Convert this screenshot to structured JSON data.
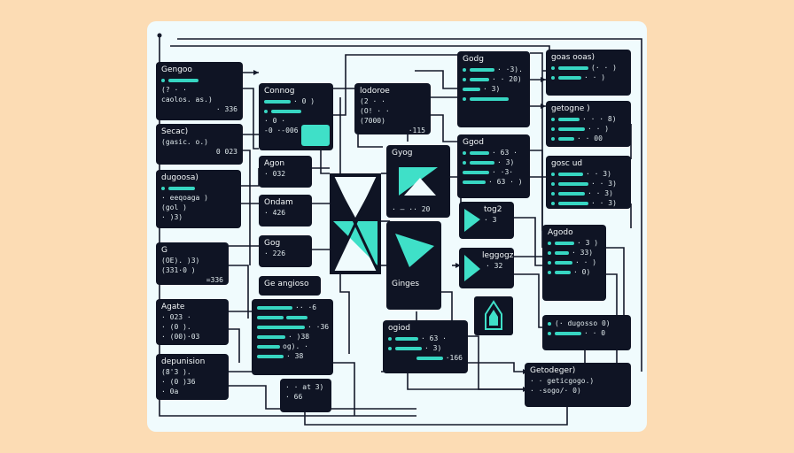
{
  "nodes": {
    "n1": {
      "title": "Gengoo",
      "lines": [
        "(? · ·",
        "caolos. as.)",
        "· 336"
      ]
    },
    "n2": {
      "title": "Secac)",
      "lines": [
        "(gasic. o.)",
        "0 023"
      ]
    },
    "n3": {
      "title": "dugoosa)",
      "lines": [
        "· eeqoaga )",
        "(gol )",
        "· )3)"
      ]
    },
    "n4": {
      "title": "G",
      "lines": [
        "(OE). )3)",
        "(331·0 )",
        "=336"
      ]
    },
    "n5": {
      "title": "Agate",
      "lines": [
        "· 023 ·",
        "· (0 ).",
        "· (00)·03"
      ]
    },
    "n6": {
      "title": "depunision",
      "lines": [
        "(8'3 ).",
        "· (0 )36",
        "· 0a"
      ]
    },
    "n7": {
      "title": "Connog",
      "lines": [
        "· 0 )",
        "· 0 ·",
        "-0 ·-006"
      ]
    },
    "n8": {
      "title": "Agon",
      "lines": [
        "· 032"
      ]
    },
    "n9": {
      "title": "Ondam",
      "lines": [
        "· 426"
      ]
    },
    "n10": {
      "title": "Gog",
      "lines": [
        "· 226"
      ]
    },
    "n11": {
      "title": "Ge angioso",
      "lines": []
    },
    "n12": {
      "lines": [
        "·· ·6",
        "· ·36",
        "· )38",
        "og). ·",
        "· 38"
      ]
    },
    "n13": {
      "title": "",
      "lines": [
        "· · at 3)",
        "· 66"
      ]
    },
    "n14": {
      "title": "lodoroe",
      "lines": [
        "(2 · ·",
        "(O! · ·",
        "(7000)",
        "·115"
      ]
    },
    "n15": {
      "title": "Gyog",
      "lines": [
        "· — ·· 20"
      ]
    },
    "n16": {
      "title": "Ginges",
      "lines": []
    },
    "n17": {
      "title": "ogiod",
      "lines": [
        "· 63 ·",
        "· 3)",
        "·166"
      ]
    },
    "n18": {
      "title": "Godg",
      "lines": [
        "· ·3).",
        "· · 20)",
        "· 3)"
      ]
    },
    "n19": {
      "title": "Ggod",
      "lines": [
        "· 63 ·",
        "· 3)",
        "· ·3·",
        "· 63 · )"
      ]
    },
    "n20": {
      "title": "tog2",
      "lines": [
        "· 3"
      ]
    },
    "n21": {
      "title": "leggogz",
      "lines": [
        "· 32"
      ]
    },
    "n22": {
      "title": "goas ooas)",
      "lines": [
        "(· · )",
        "· · )"
      ]
    },
    "n23": {
      "title": "getogne )",
      "lines": [
        "· · · 8)",
        "· · )",
        "· · 00"
      ]
    },
    "n24": {
      "title": "gosc ud",
      "lines": [
        "· · 3)",
        "· · 3)",
        "· · 3)",
        "· · 3)"
      ]
    },
    "n25": {
      "title": "Agodo",
      "lines": [
        "· 3 )",
        "· 33)",
        "· · )",
        "· 0)"
      ]
    },
    "n26": {
      "title": "",
      "lines": [
        "(· dugosso 0)",
        "· · 0"
      ]
    },
    "n27": {
      "title": "Getodeger)",
      "lines": [
        "· · geticgogo.)",
        "· ·sogo/· 0)"
      ]
    }
  }
}
